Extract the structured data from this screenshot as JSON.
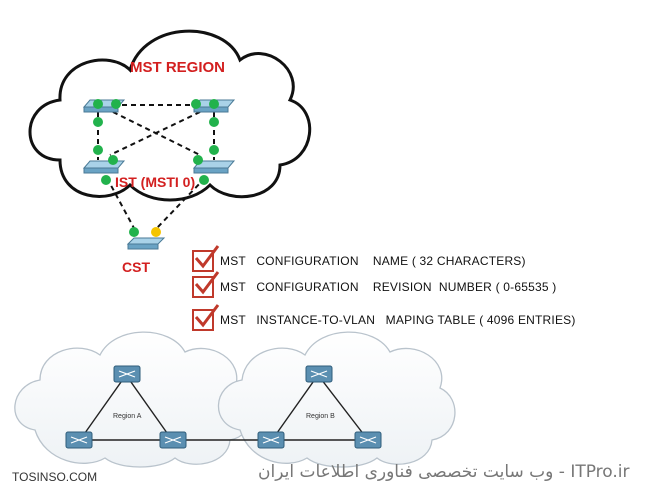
{
  "top_diagram": {
    "region_label": "MST REGION",
    "ist_label": "IST (MSTI 0)",
    "cst_label": "CST",
    "colors": {
      "label_red": "#d32020",
      "port_green": "#22b24c",
      "port_yellow": "#f5c400",
      "switch_blue": "#7fb6d6"
    }
  },
  "requirements": [
    {
      "text": "MST   CONFIGURATION    NAME ( 32 CHARACTERS)"
    },
    {
      "text": "MST   CONFIGURATION    REVISION  NUMBER ( 0-65535 )"
    },
    {
      "text": "MST   INSTANCE-TO-VLAN   MAPING TABLE ( 4096 ENTRIES)"
    }
  ],
  "bottom_diagram": {
    "region_a_label": "Region A",
    "region_b_label": "Region B"
  },
  "footer": {
    "left": "TOSINSO.COM",
    "right": "ITPro.ir - وب سایت تخصصی فناوری اطلاعات ایران"
  }
}
